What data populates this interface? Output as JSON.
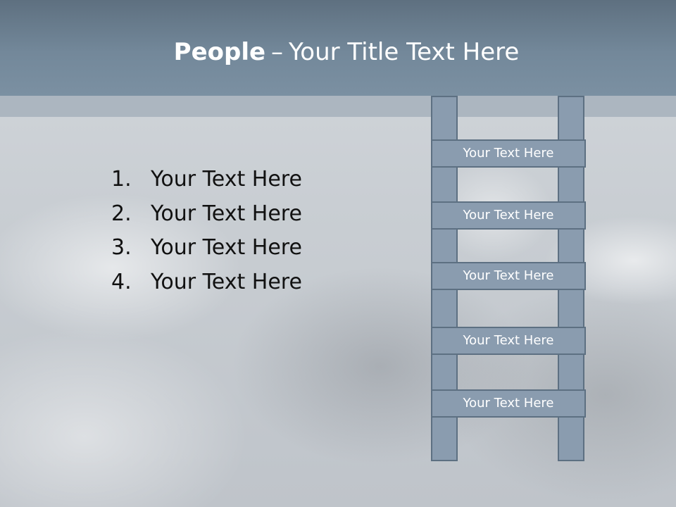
{
  "slide": {
    "title_bold": "People",
    "title_separator": "–",
    "title_rest": "Your Title Text Here"
  },
  "list": [
    {
      "number": "1.",
      "text": "Your Text Here"
    },
    {
      "number": "2.",
      "text": "Your Text Here"
    },
    {
      "number": "3.",
      "text": "Your Text Here"
    },
    {
      "number": "4.",
      "text": "Your Text Here"
    }
  ],
  "ladder": {
    "rungs": [
      {
        "label": "Your Text Here"
      },
      {
        "label": "Your Text Here"
      },
      {
        "label": "Your Text Here"
      },
      {
        "label": "Your Text Here"
      },
      {
        "label": "Your Text Here"
      }
    ]
  },
  "colors": {
    "header": "#73889a",
    "ladder_fill": "#8a9caf",
    "ladder_border": "#5d7082",
    "text": "#111111"
  }
}
